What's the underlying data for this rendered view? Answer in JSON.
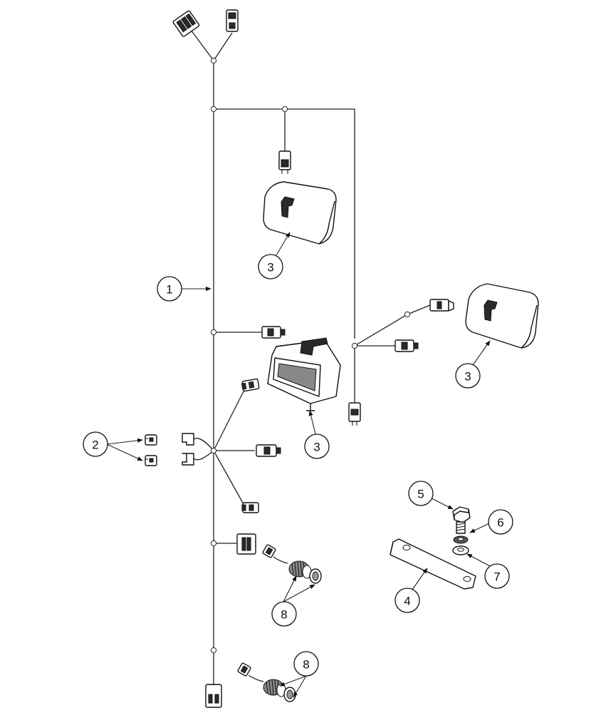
{
  "callouts": {
    "c1": "1",
    "c2": "2",
    "c3a": "3",
    "c3b": "3",
    "c3c": "3",
    "c4": "4",
    "c5": "5",
    "c6": "6",
    "c7": "7",
    "c8a": "8",
    "c8b": "8"
  }
}
